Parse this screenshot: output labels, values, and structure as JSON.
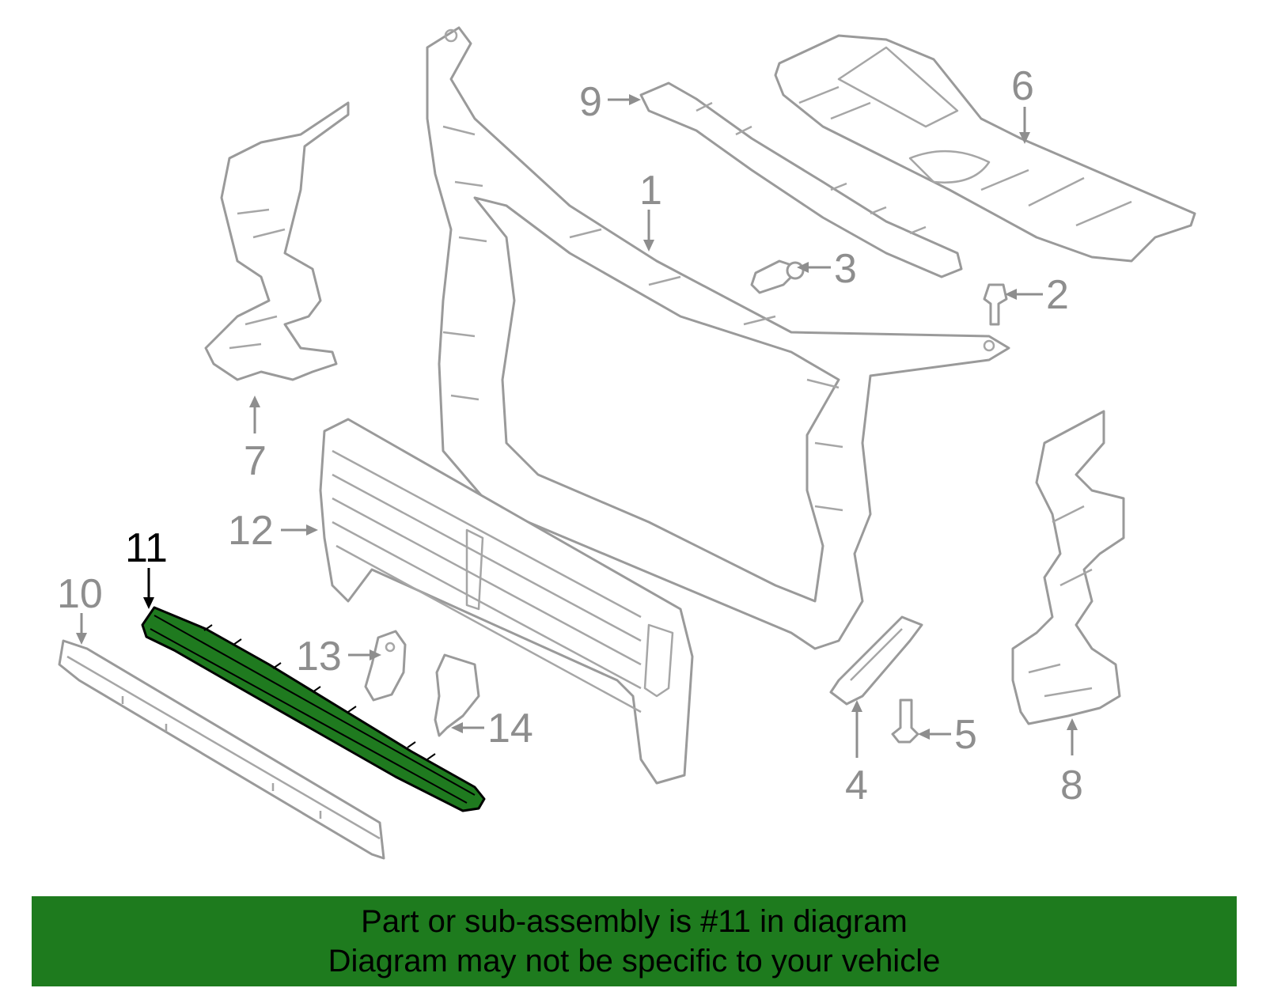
{
  "callouts": {
    "c1": "1",
    "c2": "2",
    "c3": "3",
    "c4": "4",
    "c5": "5",
    "c6": "6",
    "c7": "7",
    "c8": "8",
    "c9": "9",
    "c10": "10",
    "c11": "11",
    "c12": "12",
    "c13": "13",
    "c14": "14"
  },
  "highlighted_part": "11",
  "colors": {
    "highlight_fill": "#1f7a1f",
    "banner_background": "#1e7b1e",
    "part_outline": "#9a9a9a"
  },
  "banner": {
    "line1": "Part or sub-assembly is #11 in diagram",
    "line2": "Diagram may not be specific to your vehicle"
  }
}
